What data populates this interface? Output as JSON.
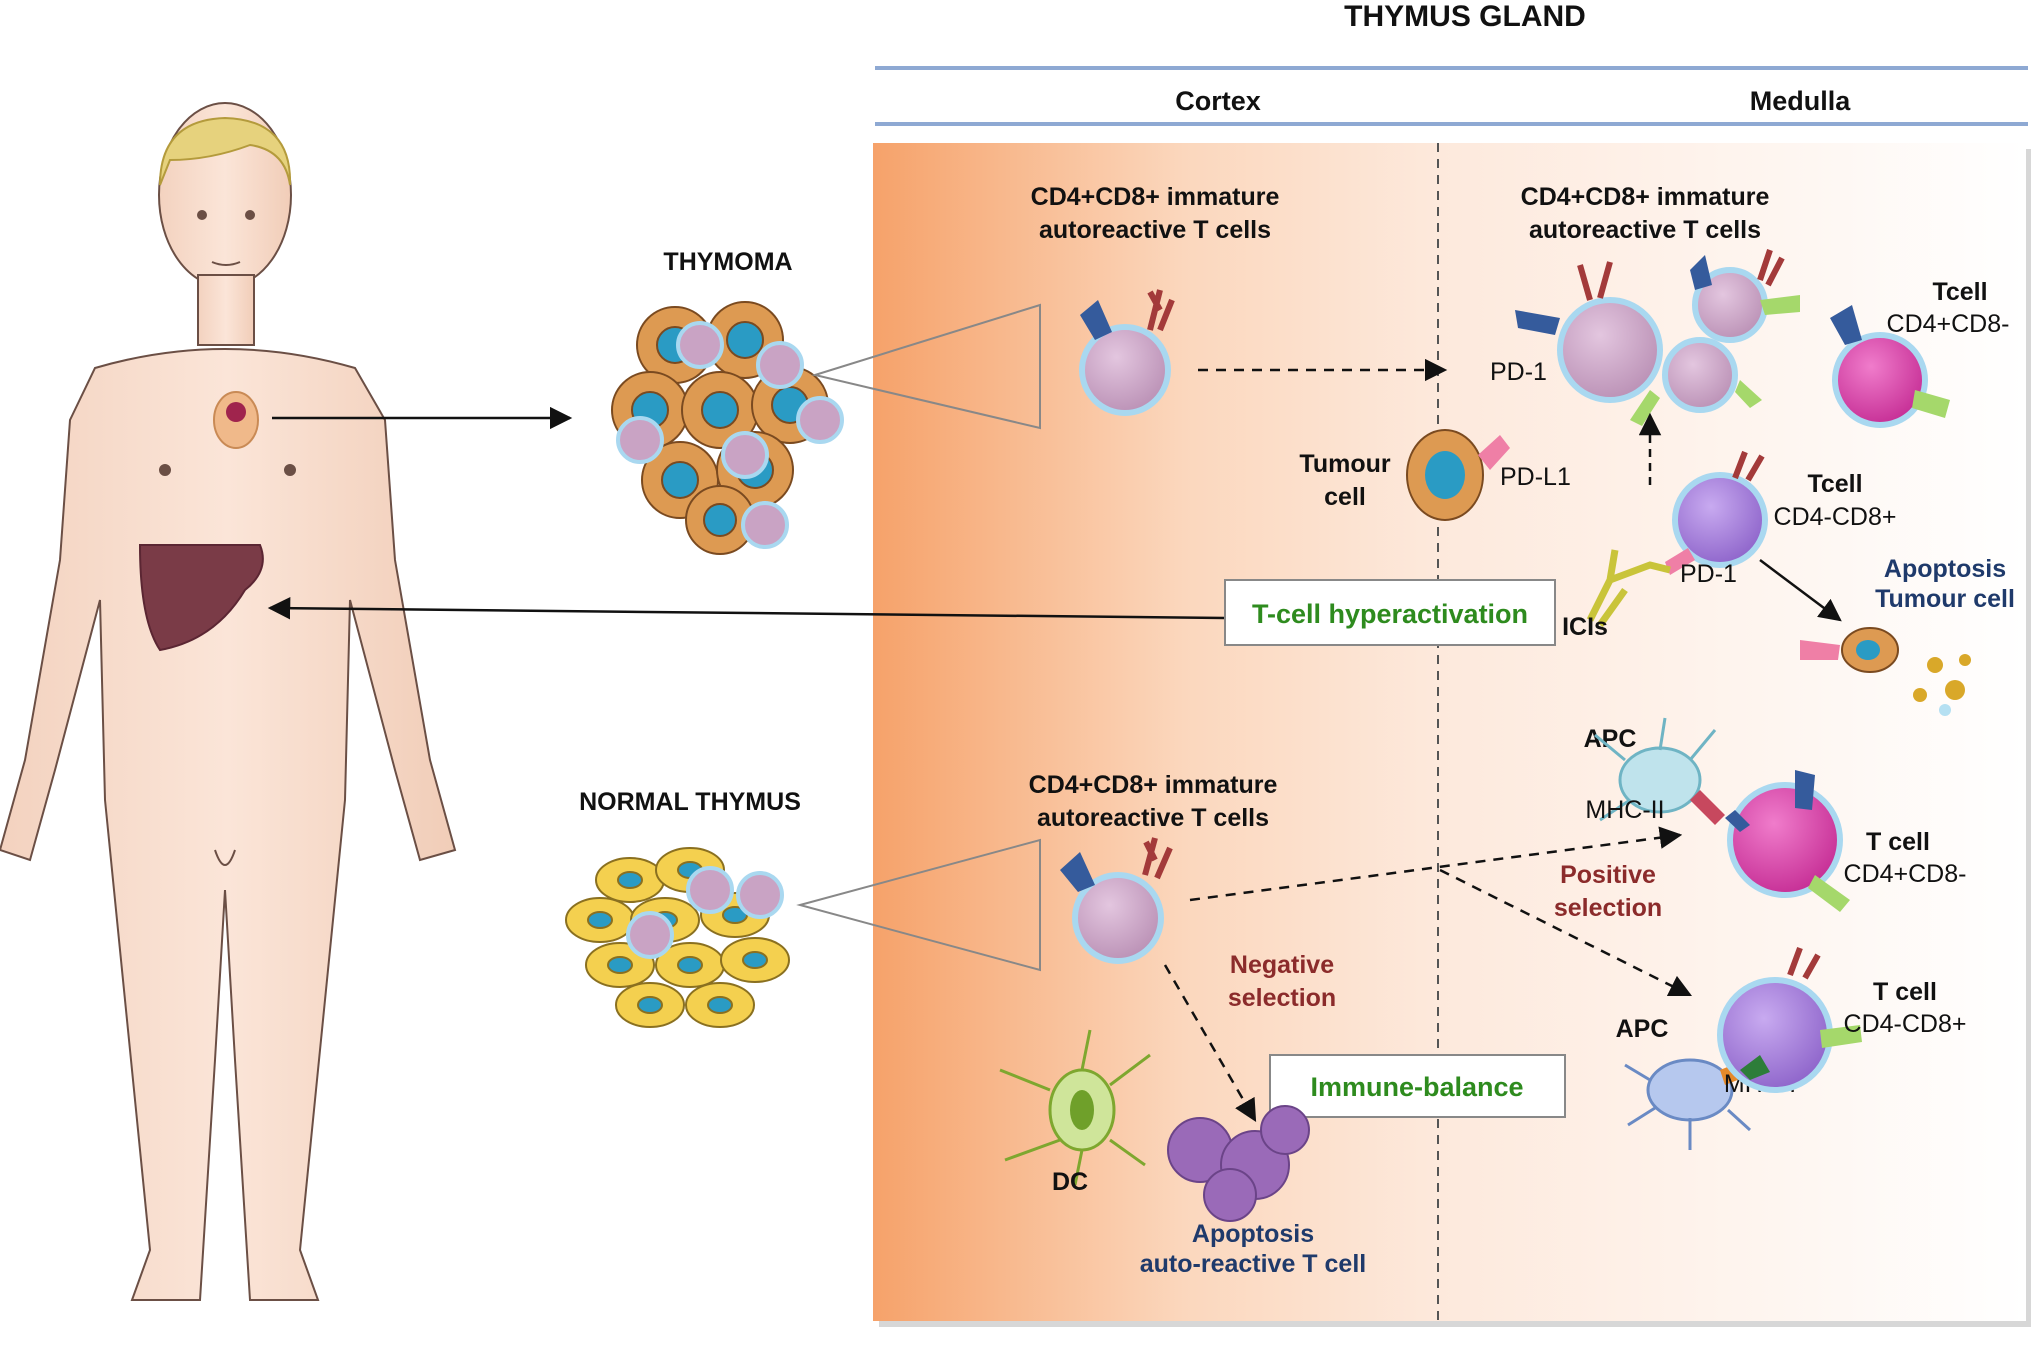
{
  "header": {
    "title": "THYMUS GLAND",
    "cortex": "Cortex",
    "medulla": "Medulla"
  },
  "top": {
    "thymoma": "THYMOMA",
    "cortex_label": [
      "CD4+CD8+ immature",
      "autoreactive T cells"
    ],
    "medulla_label": [
      "CD4+CD8+ immature",
      "autoreactive T cells"
    ],
    "pd1": "PD-1",
    "tumour_cell": [
      "Tumour",
      "cell"
    ],
    "pdl1": "PD-L1",
    "tcell_cd4": [
      "Tcell",
      "CD4+CD8-"
    ],
    "tcell_cd8": [
      "Tcell",
      "CD4-CD8+"
    ],
    "pd1_b": "PD-1",
    "icis": "ICIs",
    "apoptosis_tumour": [
      "Apoptosis",
      "Tumour cell"
    ],
    "hyperactivation": "T-cell hyperactivation"
  },
  "bottom": {
    "normal": "NORMAL THYMUS",
    "cortex_label": [
      "CD4+CD8+ immature",
      "autoreactive T cells"
    ],
    "negative": [
      "Negative",
      "selection"
    ],
    "positive": [
      "Positive",
      "selection"
    ],
    "immune_balance": "Immune-balance",
    "apc_top": "APC",
    "mhc2": "MHC-II",
    "tcell_cd4": [
      "T cell",
      "CD4+CD8-"
    ],
    "apc_bottom": "APC",
    "mhc1": "MHC-I",
    "tcell_cd8": [
      "T cell",
      "CD4-CD8+"
    ],
    "dc": "DC",
    "apoptosis_auto": [
      "Apoptosis",
      "auto-reactive T cell"
    ]
  },
  "colors": {
    "cortex_bg": "#f6a26a",
    "header_rule": "#8ea9d3",
    "t_cell": "#c9a3c4",
    "membrane": "#a9d8f0",
    "tumour_nucleus": "#2a9bc4",
    "tumour_body": "#dd9a52",
    "cd4_cell": "#d63fa6",
    "cd8_cell": "#a27ad8",
    "receptor_red": "#a33a3a",
    "receptor_blue": "#355b9c",
    "receptor_green": "#a5d86b",
    "green_text": "#2e8b1e",
    "red_text": "#8b2b2b",
    "navy_text": "#1f3a6b"
  }
}
